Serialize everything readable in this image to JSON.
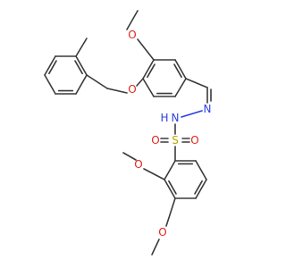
{
  "colors": {
    "bond": "#3a3a3a",
    "oxygen": "#e3241b",
    "nitrogen": "#2a3fe0",
    "sulfur": "#b7a500",
    "background": "#ffffff"
  },
  "atoms": {
    "o_methoxy_top": "O",
    "o_benzyloxy": "O",
    "n_imine": "N",
    "n_hydrazide": "N",
    "h_hydrazide": "H",
    "s_sulfonyl": "S",
    "o_sulfonyl_left": "O",
    "o_sulfonyl_right": "O",
    "o_methoxy_ortho": "O",
    "o_methoxy_para": "O"
  }
}
